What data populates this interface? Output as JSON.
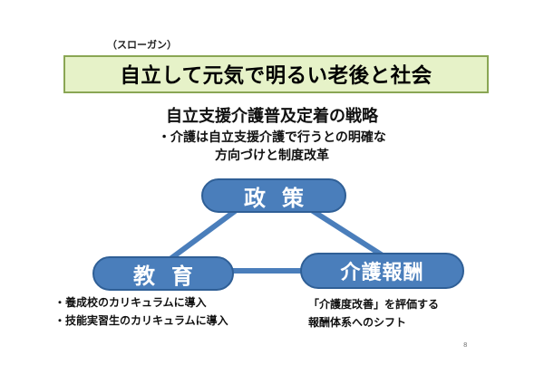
{
  "slogan": {
    "label": "（スローガン）",
    "text": "自立して元気で明るい老後と社会"
  },
  "strategy": {
    "title": "自立支援介護普及定着の戦略",
    "line1": "・介護は自立支援介護で行うとの明確な",
    "line2": "方向づけと制度改革"
  },
  "nodes": {
    "policy": "政策",
    "education": "教育",
    "remuneration": "介護報酬"
  },
  "notes": {
    "education": [
      "・養成校のカリキュラムに導入",
      "・技能実習生のカリキュラムに導入"
    ],
    "remuneration": [
      "「介護度改善」を評価する",
      "報酬体系へのシフト"
    ]
  },
  "page_number": "8",
  "colors": {
    "node_fill": "#4a7ebb",
    "node_border": "#2f5f96",
    "connector": "#4a7ebb",
    "slogan_fill": "#e6f2c8",
    "slogan_border": "#8aa654"
  }
}
